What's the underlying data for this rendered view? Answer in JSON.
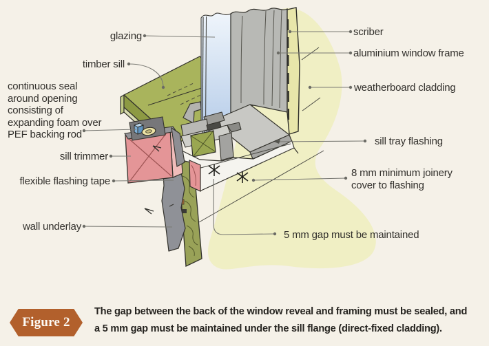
{
  "figure": {
    "badge_label": "Figure 2",
    "caption": "The gap between the back of the window reveal and framing must be sealed, and\na 5 mm gap must be maintained under the sill flange (direct-fixed cladding)."
  },
  "diagram": {
    "type": "isometric construction detail of an aluminium window sill on direct-fixed weatherboard cladding",
    "labels": {
      "glazing": "glazing",
      "timber_sill": "timber sill",
      "continuous_seal": "continuous seal\naround opening\nconsisting of\nexpanding foam over\nPEF backing rod",
      "sill_trimmer": "sill trimmer",
      "flexible_flashing_tape": "flexible flashing tape",
      "wall_underlay": "wall underlay",
      "scriber": "scriber",
      "aluminium_window_frame": "aluminium window frame",
      "weatherboard_cladding": "weatherboard cladding",
      "sill_tray_flashing": "sill tray flashing",
      "joinery_cover": "8 mm minimum joinery\ncover to flashing",
      "gap_5mm": "5 mm gap must be maintained"
    },
    "colors": {
      "background": "#f5f1e8",
      "badge": "#b2602c",
      "timber_sill_green": "#a9b45c",
      "sill_trimmer_pink": "#e49597",
      "glazing_blue": "#bcd2ea",
      "aluminium_grey": "#b8b9b5",
      "scriber_yellow": "#e8e6aa",
      "cladding_highlight": "#efeec2",
      "wall_underlay_grey": "#8f9197",
      "label_text": "#32302c"
    }
  }
}
